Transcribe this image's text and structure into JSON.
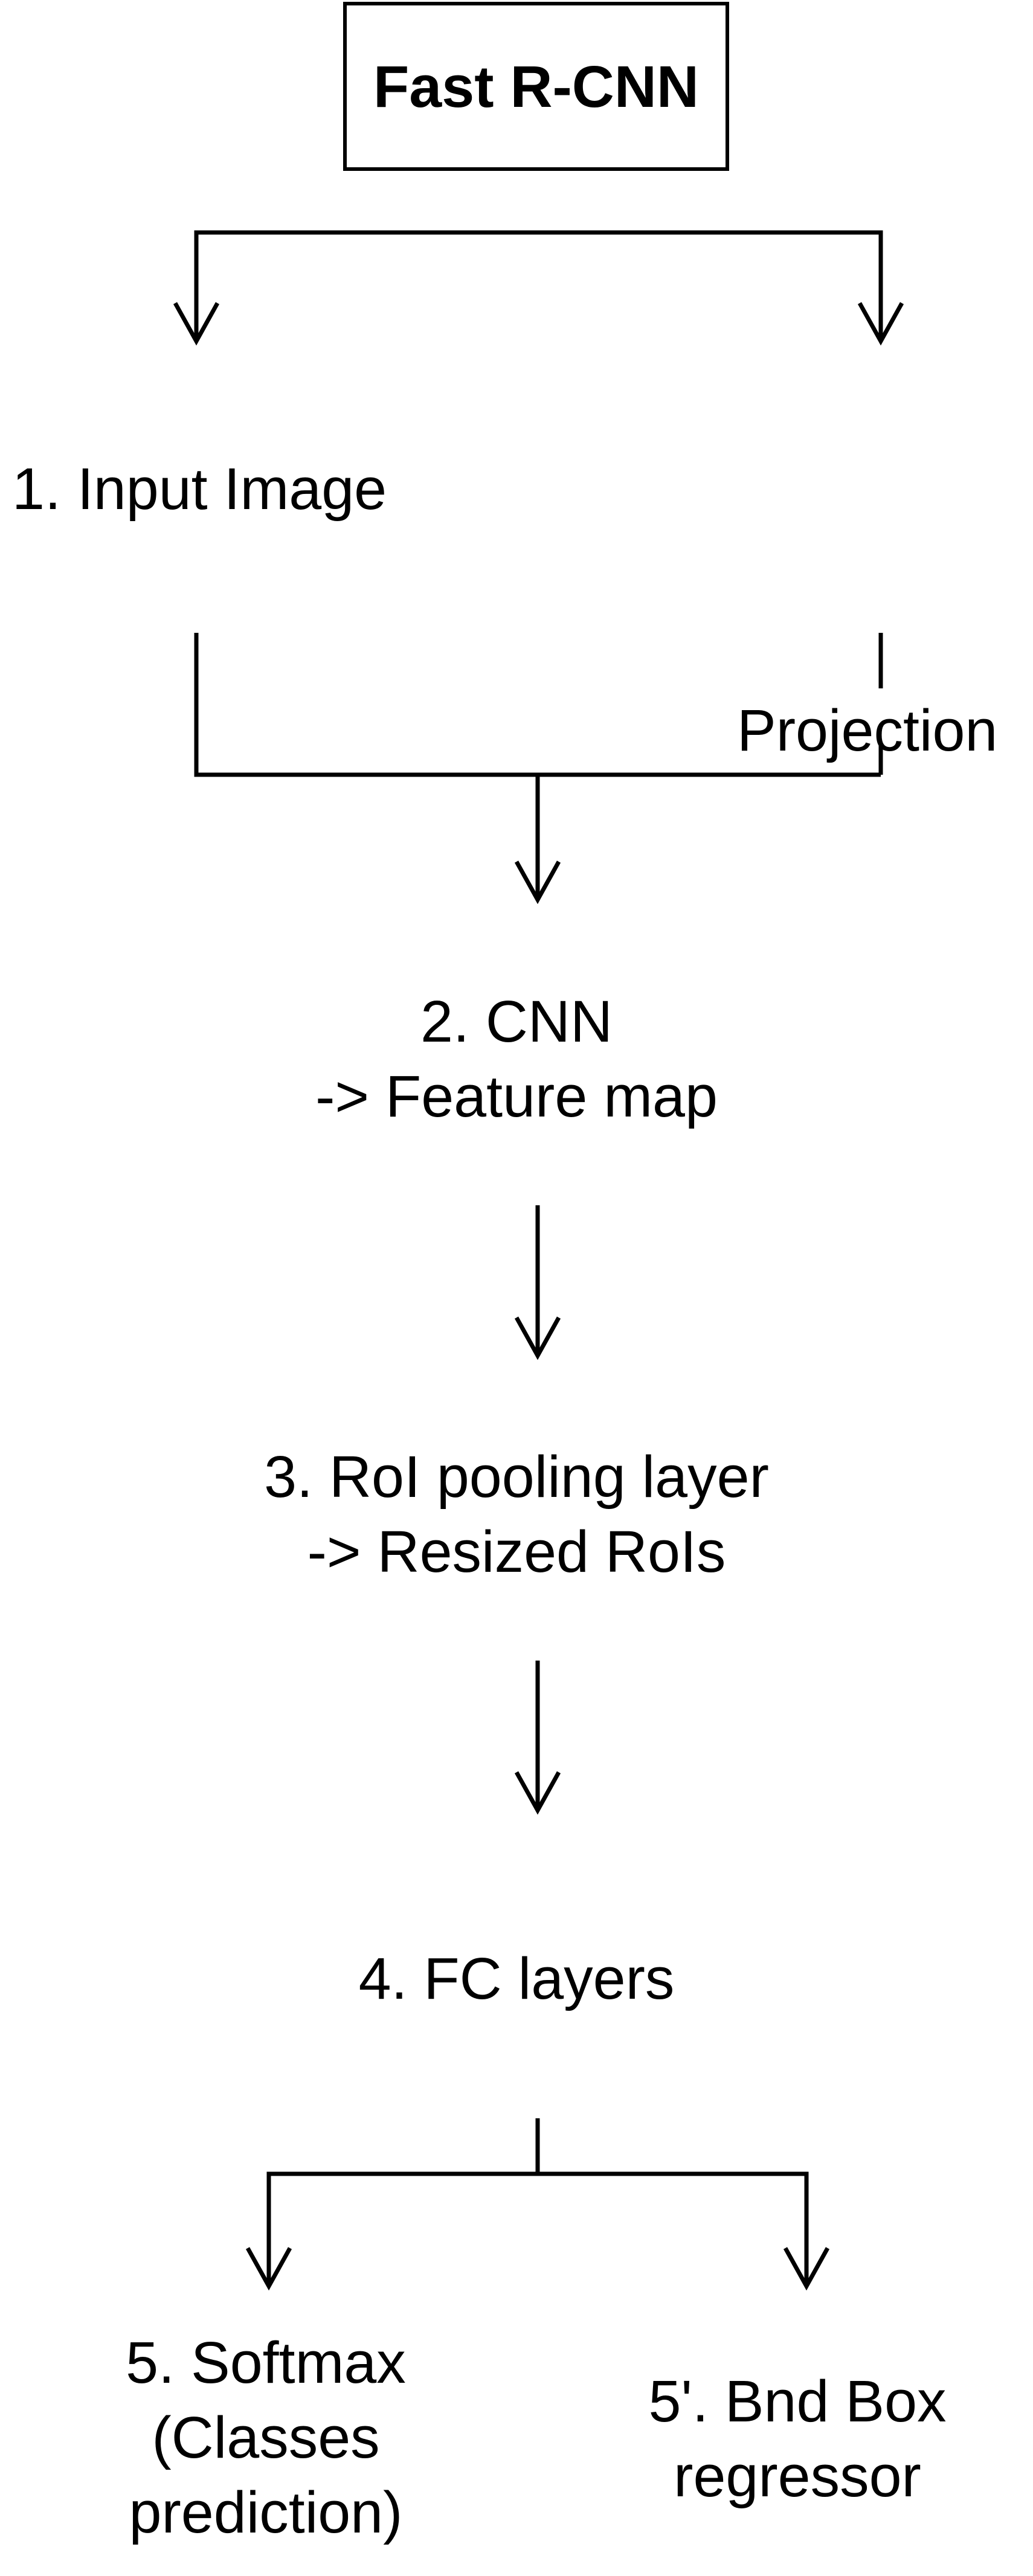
{
  "title": "Fast R-CNN",
  "nodes": {
    "input": "1. Input Image",
    "projection": "Projection",
    "cnn": {
      "line1": "2. CNN",
      "line2": "-> Feature map"
    },
    "roi": {
      "line1": "3. RoI pooling layer",
      "line2": "-> Resized RoIs"
    },
    "fc": "4. FC layers",
    "softmax": {
      "line1": "5. Softmax",
      "line2": "(Classes",
      "line3": "prediction)"
    },
    "bndbox": {
      "line1": "5'. Bnd Box",
      "line2": "regressor"
    }
  },
  "colors": {
    "stroke": "#000000",
    "background": "#ffffff"
  }
}
